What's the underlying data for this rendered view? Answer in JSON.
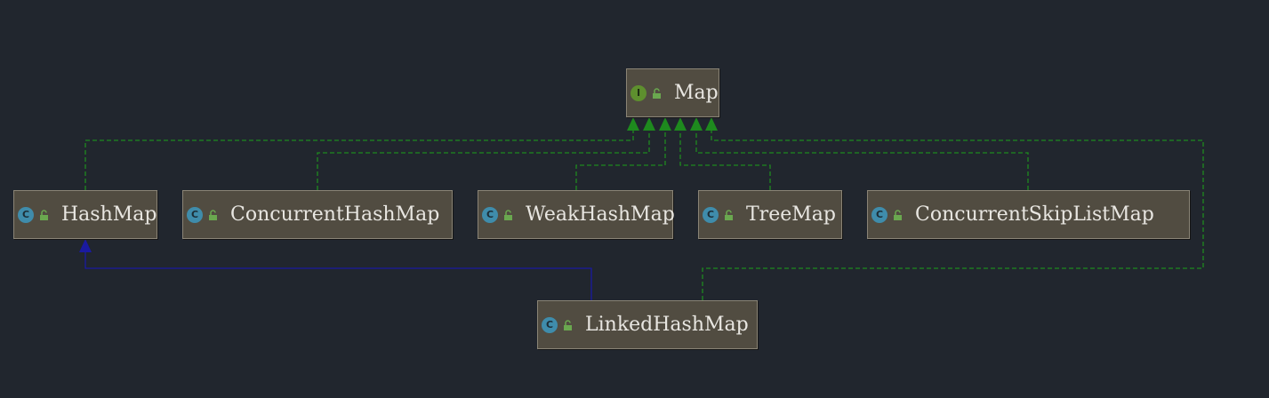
{
  "diagram": {
    "colors": {
      "background": "#21262e",
      "node_fill": "#514c41",
      "node_border": "#8a8476",
      "node_text": "#e8e6e1",
      "implements_edge": "#1e8a1e",
      "extends_edge": "#1a1aa0"
    },
    "nodes": [
      {
        "id": "map",
        "label": "Map",
        "kind": "interface",
        "kind_glyph": "I",
        "icon": "interface-icon"
      },
      {
        "id": "hashmap",
        "label": "HashMap",
        "kind": "class",
        "kind_glyph": "C",
        "icon": "class-icon"
      },
      {
        "id": "concurrenthashmap",
        "label": "ConcurrentHashMap",
        "kind": "class",
        "kind_glyph": "C",
        "icon": "class-icon"
      },
      {
        "id": "weakhashmap",
        "label": "WeakHashMap",
        "kind": "class",
        "kind_glyph": "C",
        "icon": "class-icon"
      },
      {
        "id": "treemap",
        "label": "TreeMap",
        "kind": "class",
        "kind_glyph": "C",
        "icon": "class-icon"
      },
      {
        "id": "concurrentskiplistmap",
        "label": "ConcurrentSkipListMap",
        "kind": "class",
        "kind_glyph": "C",
        "icon": "class-icon"
      },
      {
        "id": "linkedhashmap",
        "label": "LinkedHashMap",
        "kind": "class",
        "kind_glyph": "C",
        "icon": "class-icon"
      }
    ],
    "edges": [
      {
        "from": "hashmap",
        "to": "map",
        "relation": "implements"
      },
      {
        "from": "concurrenthashmap",
        "to": "map",
        "relation": "implements"
      },
      {
        "from": "weakhashmap",
        "to": "map",
        "relation": "implements"
      },
      {
        "from": "treemap",
        "to": "map",
        "relation": "implements"
      },
      {
        "from": "concurrentskiplistmap",
        "to": "map",
        "relation": "implements"
      },
      {
        "from": "linkedhashmap",
        "to": "map",
        "relation": "implements"
      },
      {
        "from": "linkedhashmap",
        "to": "hashmap",
        "relation": "extends"
      }
    ]
  }
}
